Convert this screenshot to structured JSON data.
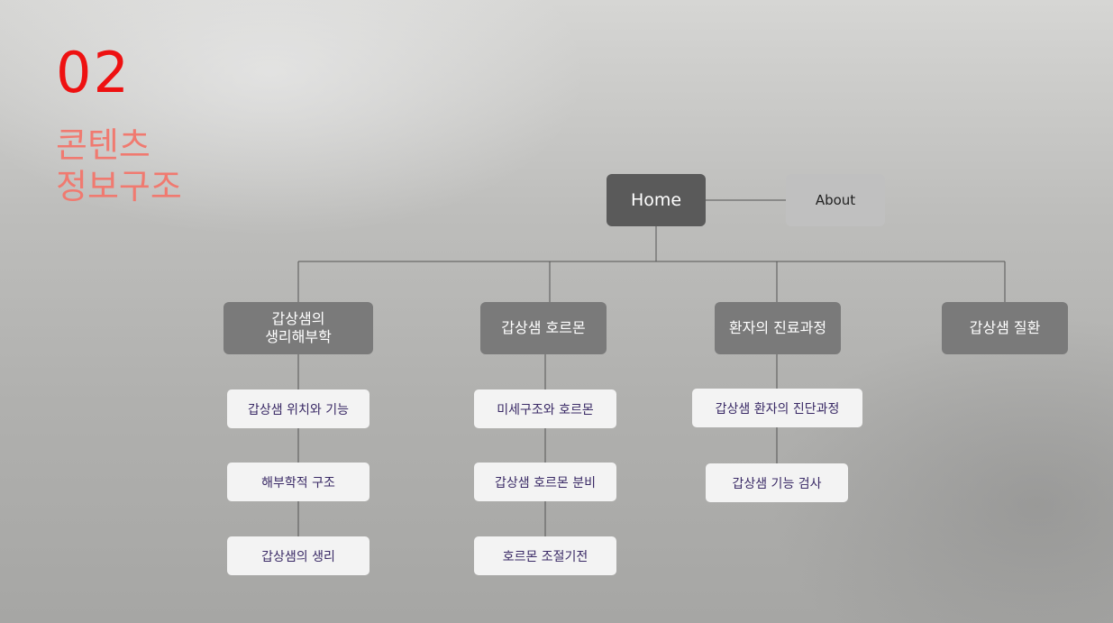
{
  "heading": {
    "number": "02",
    "title_line1": "콘텐츠",
    "title_line2": "정보구조"
  },
  "sitemap": {
    "home": "Home",
    "about": "About",
    "categories": [
      {
        "label_line1": "갑상샘의",
        "label_line2": "생리해부학",
        "pages": [
          "갑상샘 위치와 기능",
          "해부학적 구조",
          "갑상샘의 생리"
        ]
      },
      {
        "label_line1": "갑상샘 호르몬",
        "label_line2": "",
        "pages": [
          "미세구조와 호르몬",
          "갑상샘 호르몬 분비",
          "호르몬 조절기전"
        ]
      },
      {
        "label_line1": "환자의 진료과정",
        "label_line2": "",
        "pages": [
          "갑상샘 환자의 진단과정",
          "갑상샘 기능 검사"
        ]
      },
      {
        "label_line1": "갑상샘 질환",
        "label_line2": "",
        "pages": []
      }
    ]
  },
  "colors": {
    "accent_number": "#ee1111",
    "accent_title": "#f07a70",
    "home_node": "#5a5a5a",
    "about_node": "#c0c0c0",
    "category_node": "#7a7a7a",
    "page_node": "#f3f3f3",
    "page_text": "#3a2a66",
    "connector": "#555555"
  }
}
